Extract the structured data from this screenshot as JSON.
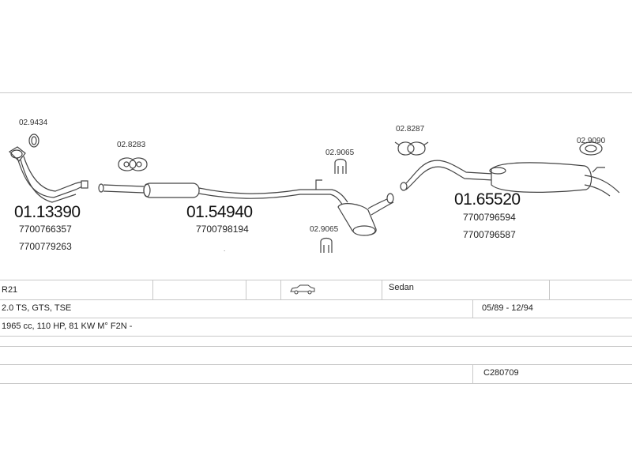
{
  "parts": {
    "ref_02_9434": "02.9434",
    "ref_02_8283": "02.8283",
    "ref_02_9065_top": "02.9065",
    "ref_02_8287": "02.8287",
    "ref_02_9090": "02.9090",
    "ref_02_9065_bottom": "02.9065",
    "p1_main": "01.13390",
    "p1_code1": "7700766357",
    "p1_code2": "7700779263",
    "p2_main": "01.54940",
    "p2_code1": "7700798194",
    "p3_main": "01.65520",
    "p3_code1": "7700796594",
    "p3_code2": "7700796587"
  },
  "table": {
    "model": "R21",
    "body_type": "Sedan",
    "engine": "2.0 TS, GTS, TSE",
    "period": "05/89 - 12/94",
    "specs": "1965 cc, 110 HP, 81 KW M° F2N -",
    "catalog_code": "C280709"
  },
  "icons": {
    "car": "sedan-car-icon"
  }
}
